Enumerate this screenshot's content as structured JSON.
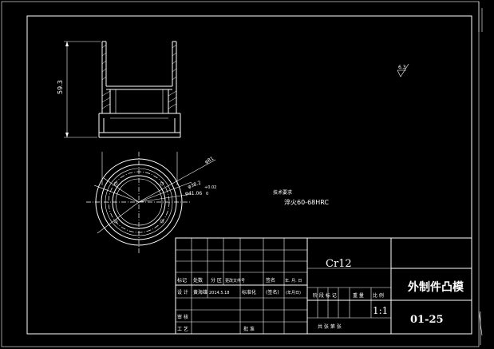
{
  "drawing": {
    "dimension_height": "59.3",
    "roughness": "6.3",
    "diam_outer": "φ81",
    "diam_mid": "φ38.2",
    "diam_inner": "φ41.06",
    "diam_tolerance": "+0.02",
    "diam_tolerance_low": "0",
    "tech_req_title": "技术要求",
    "tech_req_hardness": "淬火60-68HRC"
  },
  "title_block": {
    "material": "Cr12",
    "part_name": "外制件凸模",
    "drawing_no": "01-25",
    "scale": "1:1",
    "hdr_mark": "标记",
    "hdr_count": "处数",
    "hdr_zone": "分 区",
    "hdr_docno": "更改文件号",
    "hdr_sign": "签名",
    "hdr_date": "年. 月. 日",
    "design": "设 计",
    "designer": "黄海雄",
    "design_date": "2014.5.18",
    "std": "标准化",
    "sign_col": "(签名)",
    "date_col": "(年月日)",
    "stage": "阶 段 标 记",
    "weight": "重 量",
    "ratio": "比 例",
    "sheets": "共  张  第  张",
    "review": "审 核",
    "process": "工 艺",
    "approve": "批 准"
  }
}
